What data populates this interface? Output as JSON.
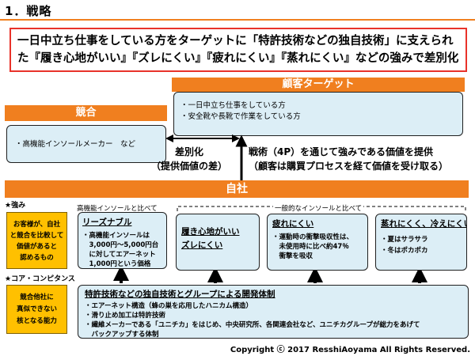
{
  "header": {
    "title": "1．戦略"
  },
  "statement": {
    "text": "一日中立ち仕事をしている方をターゲットに「特許技術などの独自技術」に支えられ\nた『履き心地がいい』『ズレにくい』『疲れにくい』『蒸れにくい』などの強みで差別化"
  },
  "customer": {
    "label": "顧客ターゲット",
    "items": [
      "・一日中立ち仕事をしている方",
      "・安全靴や長靴で作業をしている方"
    ]
  },
  "competitor": {
    "label": "競合",
    "item": "・高機能インソールメーカー　など"
  },
  "differentiation": {
    "line1": "差別化",
    "line2": "（提供価値の差）"
  },
  "value": {
    "line1": "戦術（4P）を通じて強みである価値を提供",
    "line2": "（顧客は購買プロセスを経て価値を受け取る）"
  },
  "self": {
    "label": "自社"
  },
  "strength": {
    "label": "★強み",
    "side_box": "お客様が、自社\nと競合を比較して\n価値があると\n認めるもの",
    "compare_high": "高機能インソールと比べて",
    "compare_general": "一般的なインソールと比べて",
    "cards": [
      {
        "title": "リーズナブル",
        "body": "・高機能インソールは\n　3,000円～5,000円台\n　に対してエアーネット\n　1,000円という価格"
      },
      {
        "title": "履き心地がいい\nズレにくい",
        "body": ""
      },
      {
        "title": "疲れにくい",
        "body": "・運動時の衝撃吸収性は、\n　未使用時に比べ約47％\n　衝撃を吸収"
      },
      {
        "title": "蒸れにくく、冷えにくい",
        "body": "・夏はサラサラ\n・冬はポカポカ"
      }
    ]
  },
  "core": {
    "label": "★コア・コンピタンス",
    "side_box": "競合他社に\n真似できない\n核となる能力",
    "title": "特許技術などの独自技術とグループによる開発体制",
    "items": [
      "・エアーネット構造（蜂の巣を応用したハニカム構造）",
      "・滑り止め加工は特許技術",
      "・繊維メーカーである「ユニチカ」をはじめ、中央研究所、各関連会社など、ユニチカグループが総力をあげて",
      "　バックアップする体制"
    ]
  },
  "copyright": "Copyright ⓒ 2017 ResshiAoyama All Rights Reserved.",
  "colors": {
    "accent_orange": "#f07f1f",
    "statement_border": "#e8322a",
    "box_fill": "#dceef6",
    "highlight_yellow": "#ffc000"
  }
}
